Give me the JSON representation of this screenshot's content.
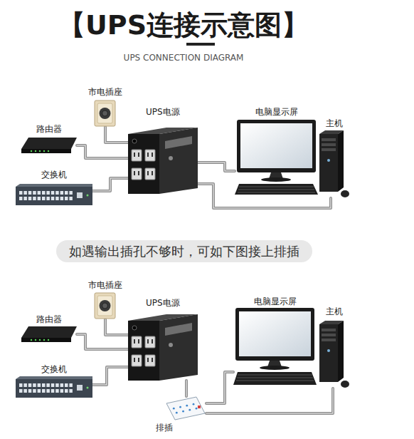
{
  "diagram": {
    "title": "【UPS连接示意图】",
    "nodes": [
      {
        "text": [
          "市电插座"
        ]
      },
      {
        "text": [
          "UPS电源"
        ]
      },
      {
        "text": [
          "电脑显示屏"
        ]
      },
      {
        "text": [
          "主机"
        ]
      },
      {
        "text": [
          "路由器"
        ]
      },
      {
        "text": [
          "交换机"
        ]
      },
      {
        "text": [
          "如遇输出插孔不够时，可如下图接上排插"
        ]
      },
      {
        "text": [
          "市电插座"
        ]
      },
      {
        "text": [
          "UPS电源"
        ]
      },
      {
        "text": [
          "电脑显示屏"
        ]
      },
      {
        "text": [
          "主机"
        ]
      },
      {
        "text": [
          "路由器"
        ]
      },
      {
        "text": [
          "交换机"
        ]
      },
      {
        "text": [
          "排插"
        ]
      }
    ],
    "edges": [
      {
        "from": 0,
        "to": 1,
        "arrow": "none"
      },
      {
        "from": 1,
        "to": 4,
        "arrow": "none"
      },
      {
        "from": 1,
        "to": 5,
        "arrow": "none"
      },
      {
        "from": 1,
        "to": 2,
        "arrow": "none"
      },
      {
        "from": 1,
        "to": 3,
        "arrow": "none"
      },
      {
        "from": 7,
        "to": 8,
        "arrow": "none"
      },
      {
        "from": 8,
        "to": 11,
        "arrow": "none"
      },
      {
        "from": 8,
        "to": 12,
        "arrow": "none"
      },
      {
        "from": 8,
        "to": 13,
        "arrow": "none"
      },
      {
        "from": 13,
        "to": 9,
        "arrow": "none"
      },
      {
        "from": 13,
        "to": 10,
        "arrow": "none"
      }
    ],
    "labels": [
      "UPS CONNECTION DIAGRAM"
    ]
  }
}
